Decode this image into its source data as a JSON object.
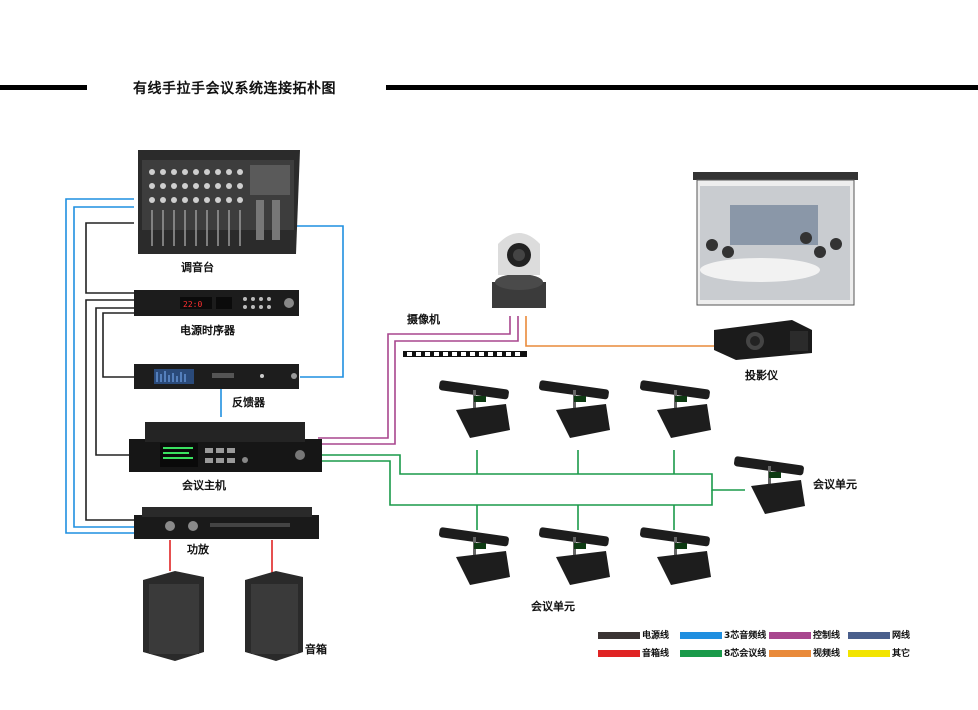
{
  "title": "有线手拉手会议系统连接拓朴图",
  "devices": {
    "mixer": "调音台",
    "sequencer": "电源时序器",
    "feedback": "反馈器",
    "host": "会议主机",
    "amplifier": "功放",
    "speaker": "音箱",
    "camera": "摄像机",
    "projector": "投影仪",
    "unit_right": "会议单元",
    "unit_bottom": "会议单元"
  },
  "legend": [
    {
      "label": "电源线",
      "color": "#3a3433"
    },
    {
      "label": "3芯音频线",
      "color": "#1f8fe0"
    },
    {
      "label": "控制线",
      "color": "#a8468e"
    },
    {
      "label": "网线",
      "color": "#4a5f8c"
    },
    {
      "label": "音箱线",
      "color": "#e02424"
    },
    {
      "label": "8芯会议线",
      "color": "#1a9a4a"
    },
    {
      "label": "视频线",
      "color": "#e98a3a"
    },
    {
      "label": "其它",
      "color": "#f2e400"
    }
  ],
  "colors": {
    "power": "#222222",
    "audio": "#1f8fe0",
    "control": "#a8468e",
    "meeting": "#1a9a4a",
    "video": "#e98a3a",
    "speaker_wire": "#e02424"
  }
}
